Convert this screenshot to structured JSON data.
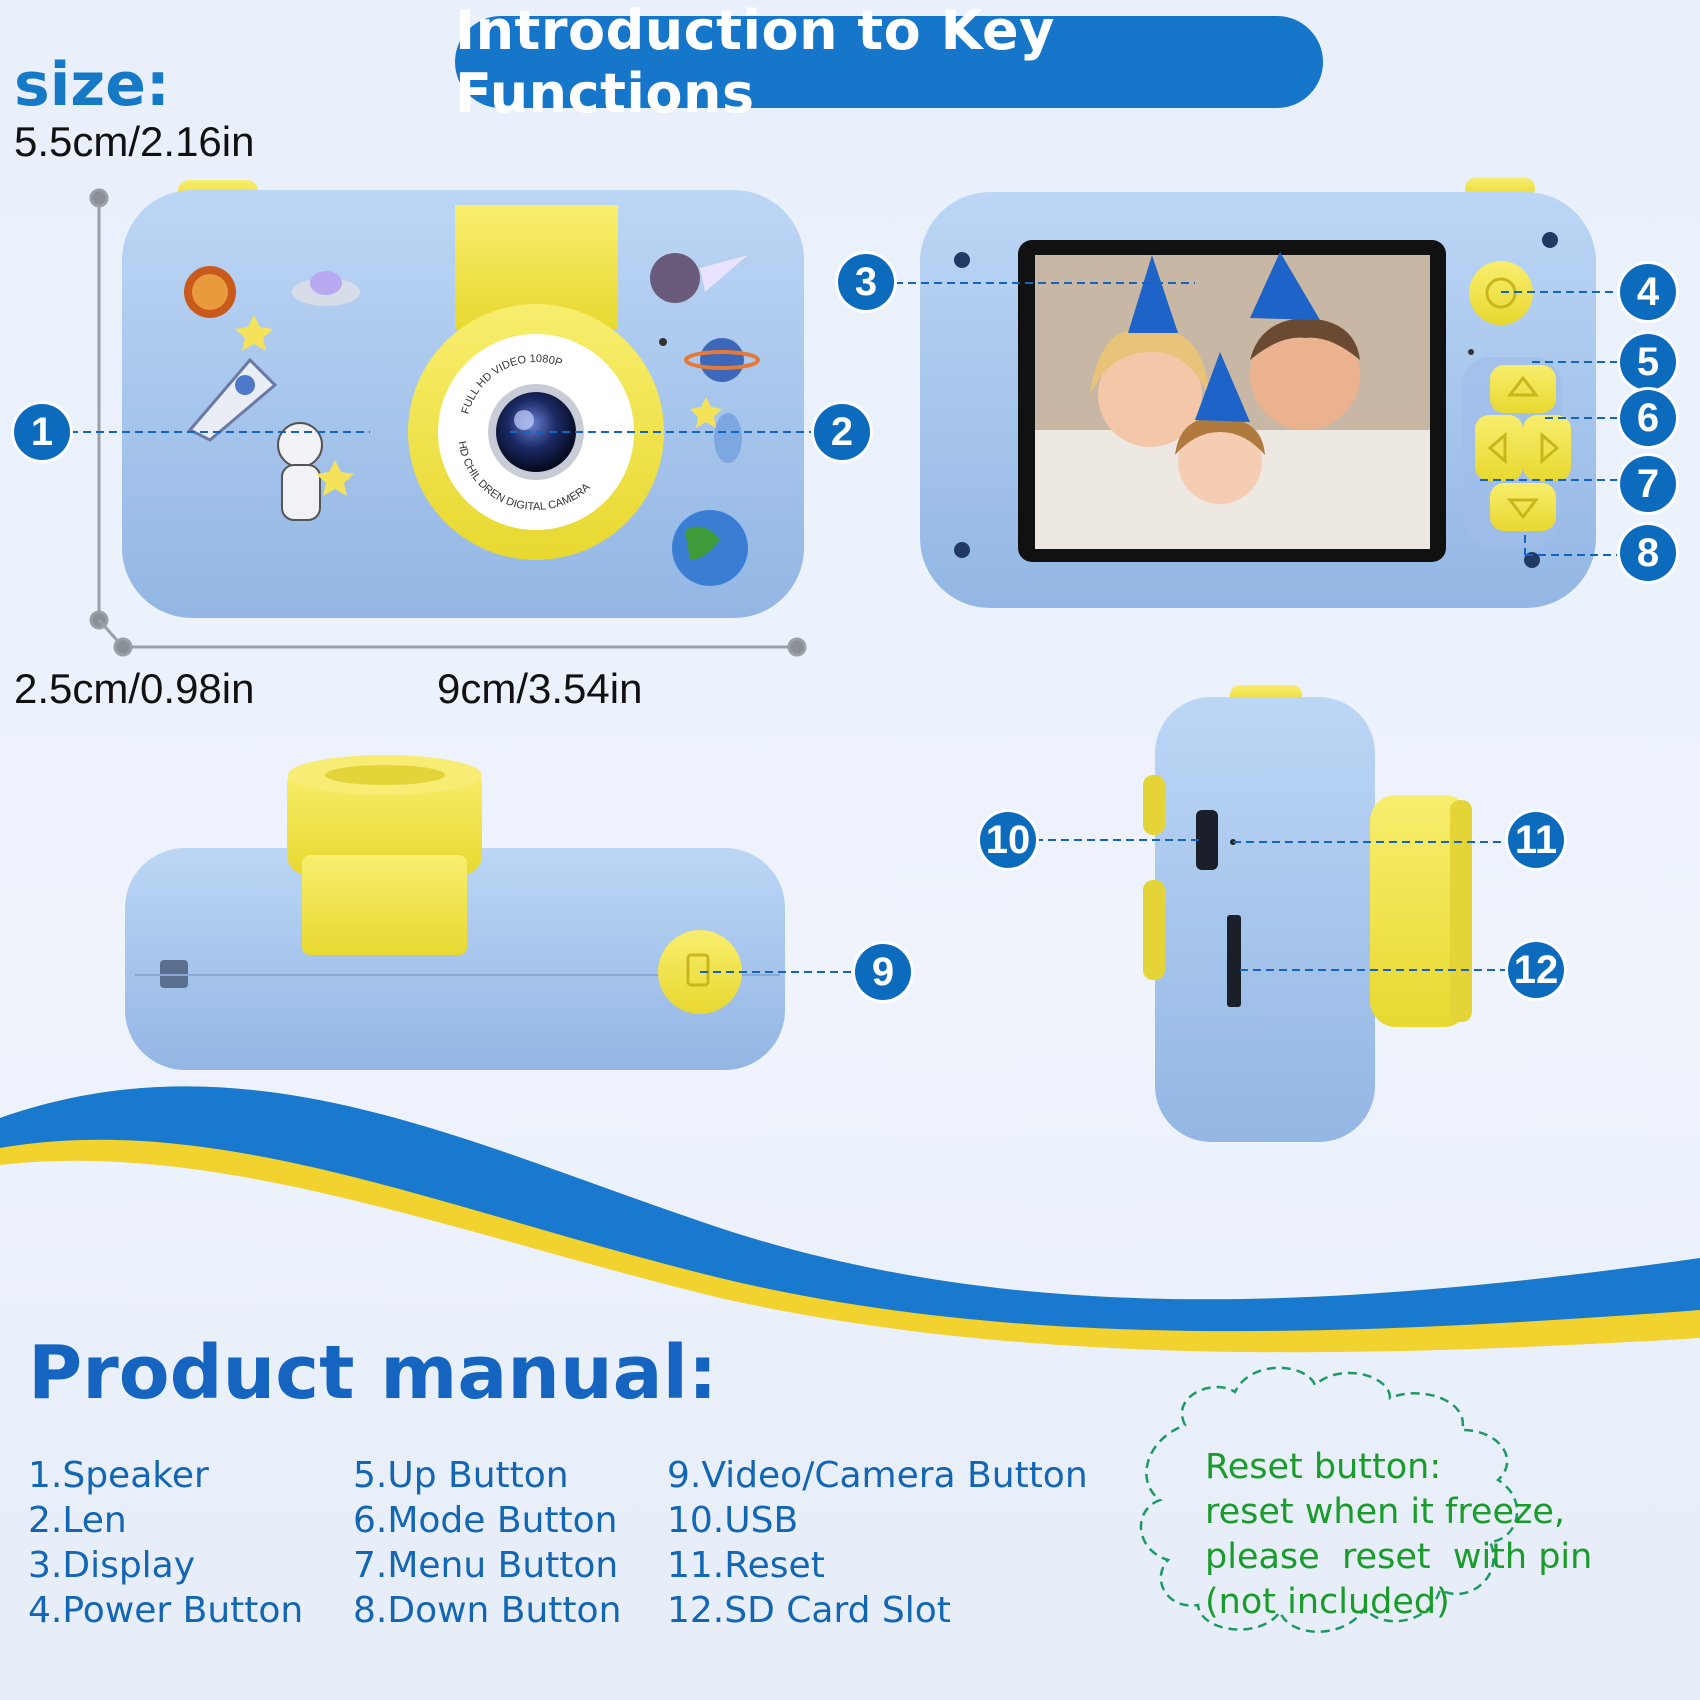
{
  "header": {
    "title": "Introduction to Key Functions"
  },
  "size": {
    "heading": "size:",
    "height": "5.5cm/2.16in",
    "depth": "2.5cm/0.98in",
    "width": "9cm/3.54in"
  },
  "front_lens": {
    "ring_top": "FULL HD VIDEO 1080P",
    "ring_bottom": "HD CHIL DREN DIGITAL CAMERA"
  },
  "callouts": [
    "1",
    "2",
    "3",
    "4",
    "5",
    "6",
    "7",
    "8",
    "9",
    "10",
    "11",
    "12"
  ],
  "manual": {
    "heading": "Product manual:",
    "col1": [
      "1.Speaker",
      "2.Len",
      "3.Display",
      "4.Power Button"
    ],
    "col2": [
      "5.Up Button",
      "6.Mode Button",
      "7.Menu Button",
      "8.Down Button"
    ],
    "col3": [
      "9.Video/Camera Button",
      "10.USB",
      "11.Reset",
      "12.SD Card Slot"
    ]
  },
  "reset_note": {
    "line1": "Reset button:",
    "line2": "reset when it freeze,",
    "line3": "please  reset  with pin",
    "line4": "(not included)"
  },
  "colors": {
    "brand_blue": "#1676c9",
    "camera_blue": "#a9c8ee",
    "accent_yellow": "#f4e64a",
    "note_green": "#1a9c2c"
  }
}
